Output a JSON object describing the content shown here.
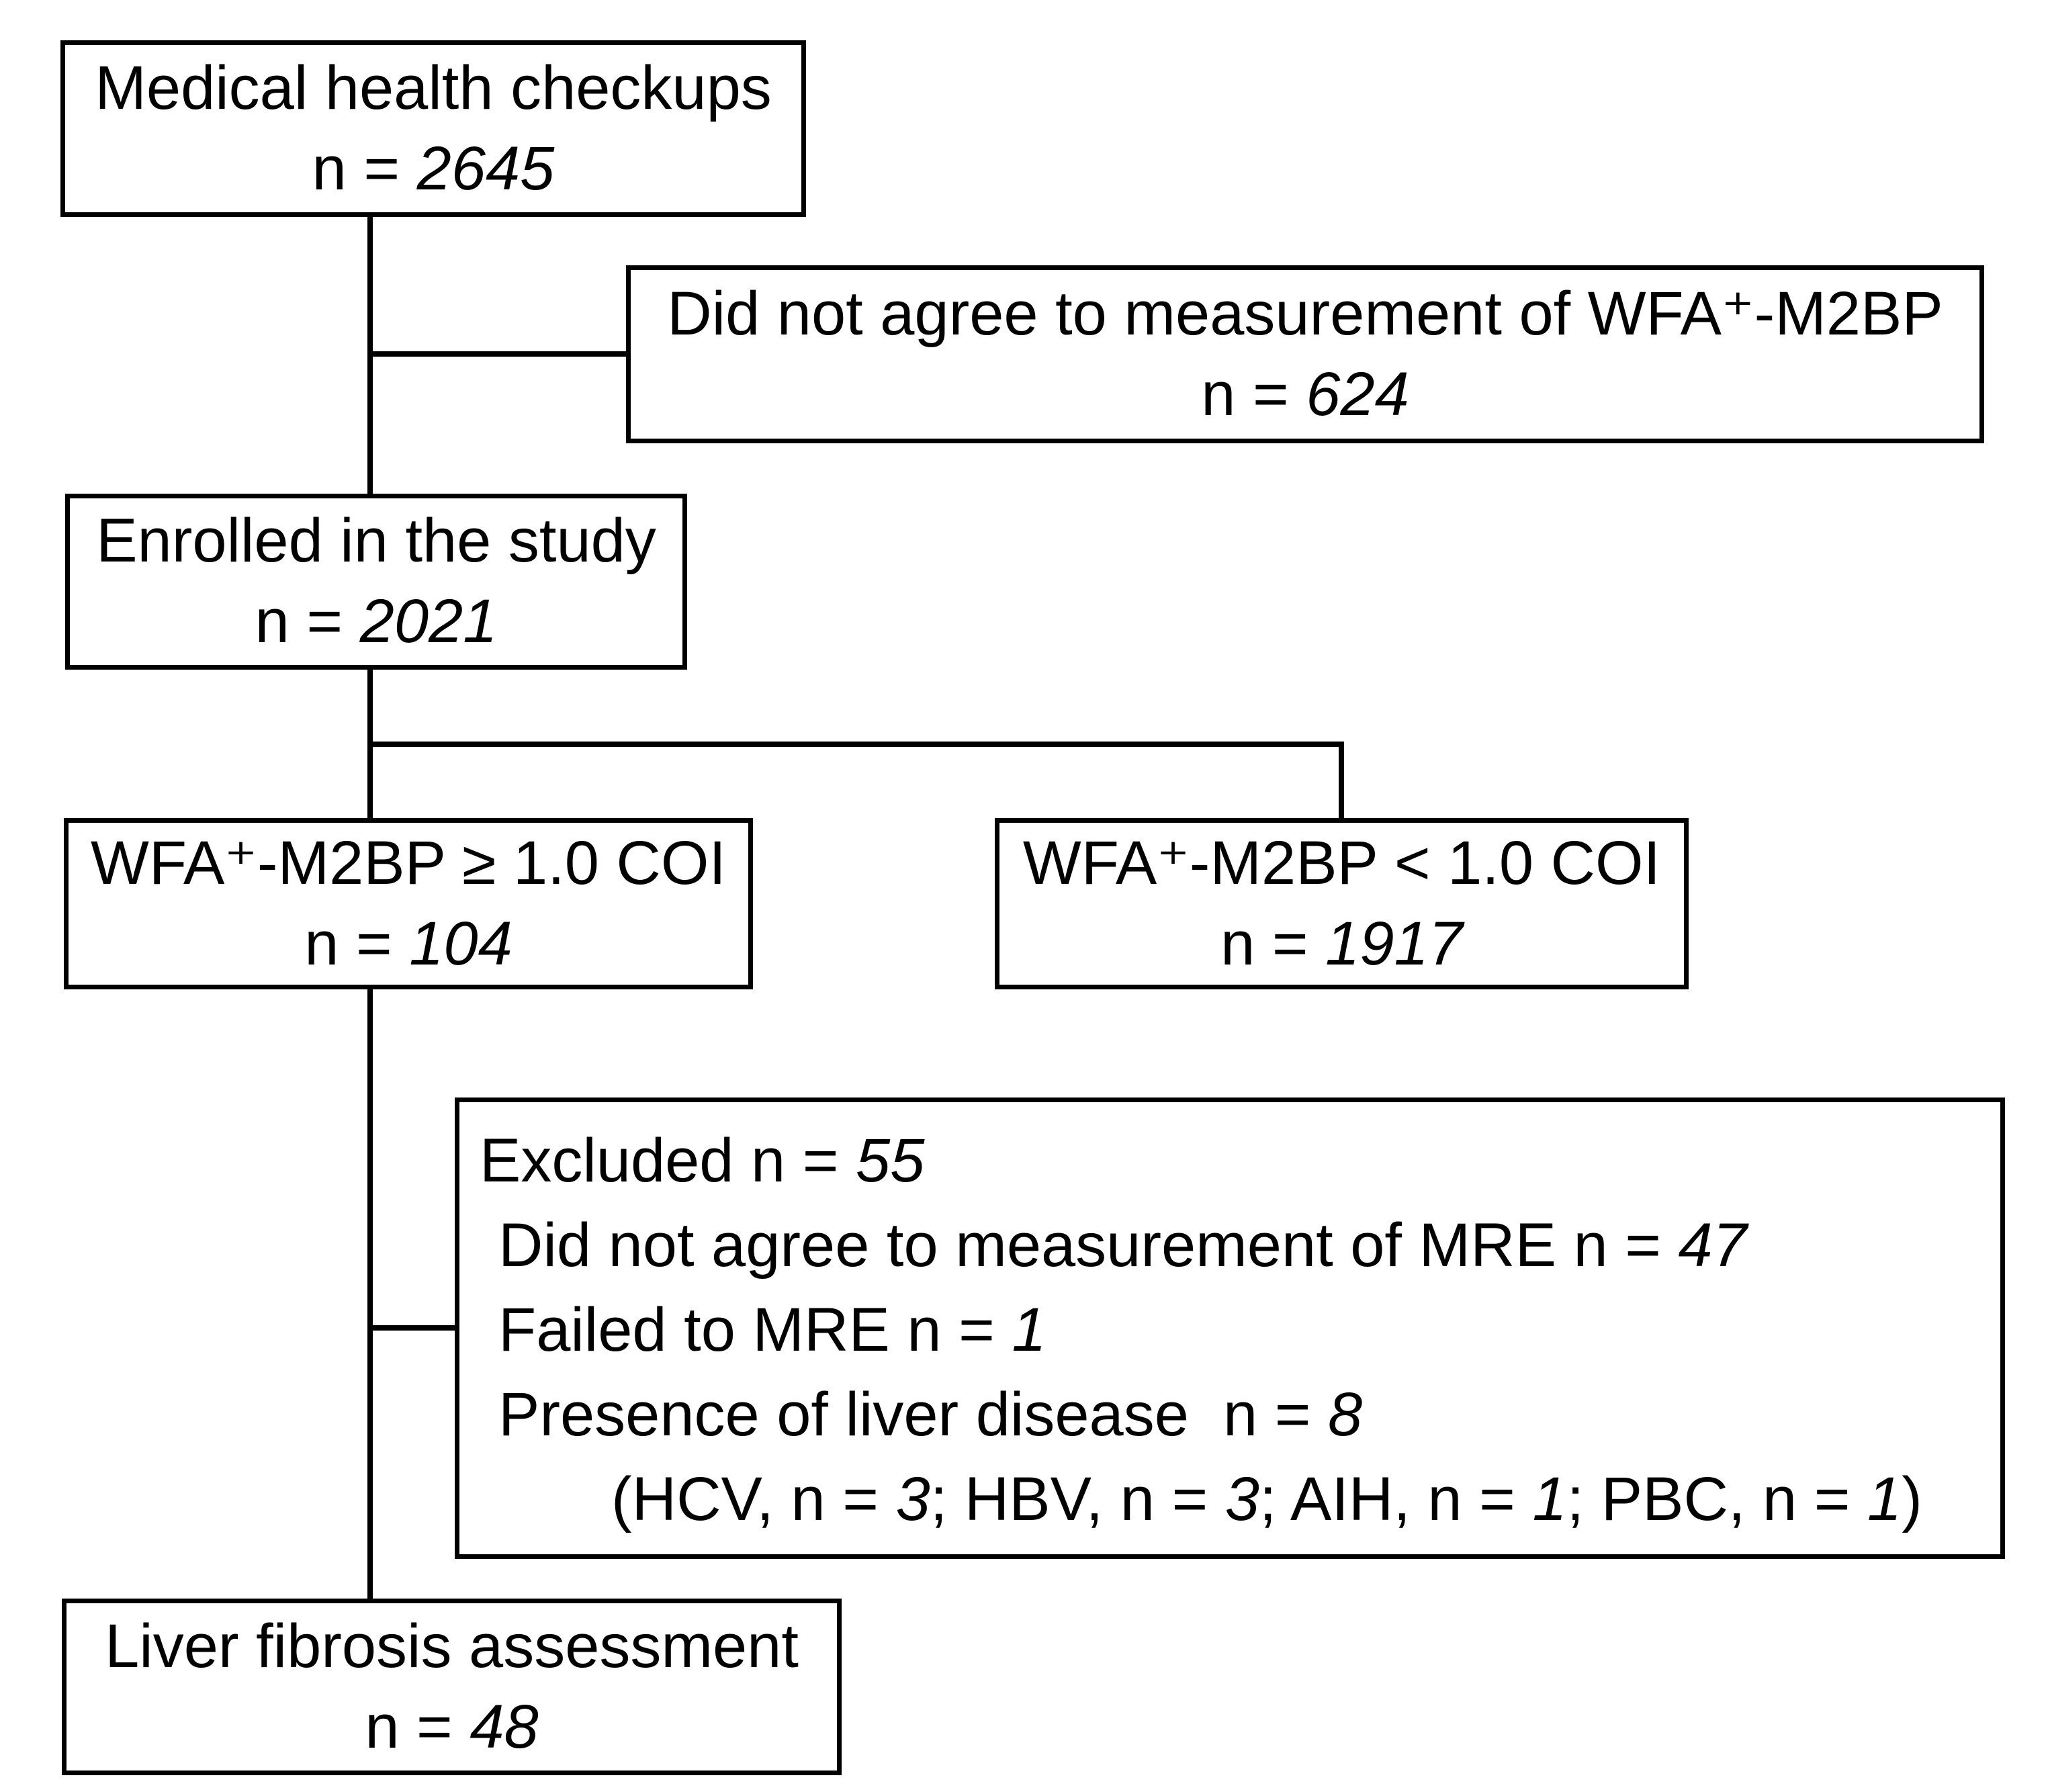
{
  "diagram": {
    "type": "flowchart",
    "colors": {
      "background": "#ffffff",
      "border": "#000000",
      "text": "#000000"
    },
    "boxes": {
      "medical_checkups": {
        "title": "Medical health checkups",
        "n_line": [
          {
            "t": "n = "
          },
          {
            "t": "2645",
            "i": true
          }
        ]
      },
      "no_wfa_consent": {
        "title": "Did not agree to measurement of WFA⁺-M2BP",
        "n_line": [
          {
            "t": "n = "
          },
          {
            "t": "624",
            "i": true
          }
        ]
      },
      "enrolled": {
        "title": "Enrolled in the study",
        "n_line": [
          {
            "t": "n = "
          },
          {
            "t": "2021",
            "i": true
          }
        ]
      },
      "wfa_ge_1": {
        "title": "WFA⁺-M2BP ≥ 1.0 COI",
        "n_line": [
          {
            "t": "n = "
          },
          {
            "t": "104",
            "i": true
          }
        ]
      },
      "wfa_lt_1": {
        "title": "WFA⁺-M2BP < 1.0 COI",
        "n_line": [
          {
            "t": "n = "
          },
          {
            "t": "1917",
            "i": true
          }
        ]
      },
      "excluded": {
        "line1": [
          {
            "t": "Excluded n = "
          },
          {
            "t": "55",
            "i": true
          }
        ],
        "line2": [
          {
            "t": "Did not agree to measurement of MRE n = "
          },
          {
            "t": "47",
            "i": true
          }
        ],
        "line3": [
          {
            "t": "Failed to MRE n = "
          },
          {
            "t": "1",
            "i": true
          }
        ],
        "line4": [
          {
            "t": "Presence of liver disease  n = "
          },
          {
            "t": "8",
            "i": true
          }
        ],
        "line5": [
          {
            "t": "(HCV, n = "
          },
          {
            "t": "3",
            "i": true
          },
          {
            "t": "; HBV, n = "
          },
          {
            "t": "3",
            "i": true
          },
          {
            "t": "; AIH, n = "
          },
          {
            "t": "1",
            "i": true
          },
          {
            "t": "; PBC, n = "
          },
          {
            "t": "1",
            "i": true
          },
          {
            "t": ")"
          }
        ]
      },
      "fibrosis_assessment": {
        "title": "Liver fibrosis assessment",
        "n_line": [
          {
            "t": "n = "
          },
          {
            "t": "48",
            "i": true
          }
        ]
      }
    }
  }
}
